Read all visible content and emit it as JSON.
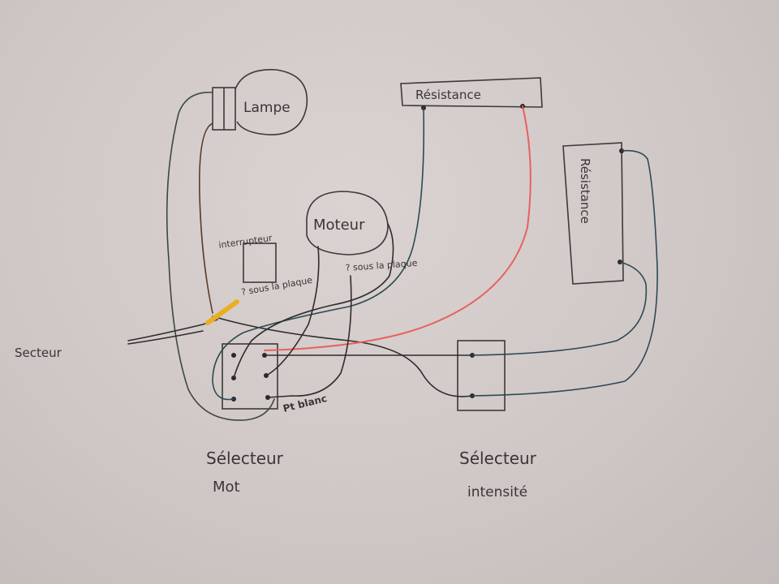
{
  "labels": {
    "lampe": "Lampe",
    "moteur": "Moteur",
    "interrupteur": "interrupteur",
    "resistance_top": "Résistance",
    "resistance_right": "Résistance",
    "sous_plaque_1": "? sous la plaque",
    "sous_plaque_2": "? sous la plaque",
    "pt_blanc": "Pt blanc",
    "secteur": "Secteur",
    "selecteur_mot_1": "Sélecteur",
    "selecteur_mot_2": "Mot",
    "selecteur_int_1": "Sélecteur",
    "selecteur_int_2": "intensité"
  },
  "colors": {
    "paper": "#d6cfcd",
    "ink": "#2f2c2d",
    "red_wire": "#e8605e",
    "yellow_connector": "#e8b020"
  }
}
